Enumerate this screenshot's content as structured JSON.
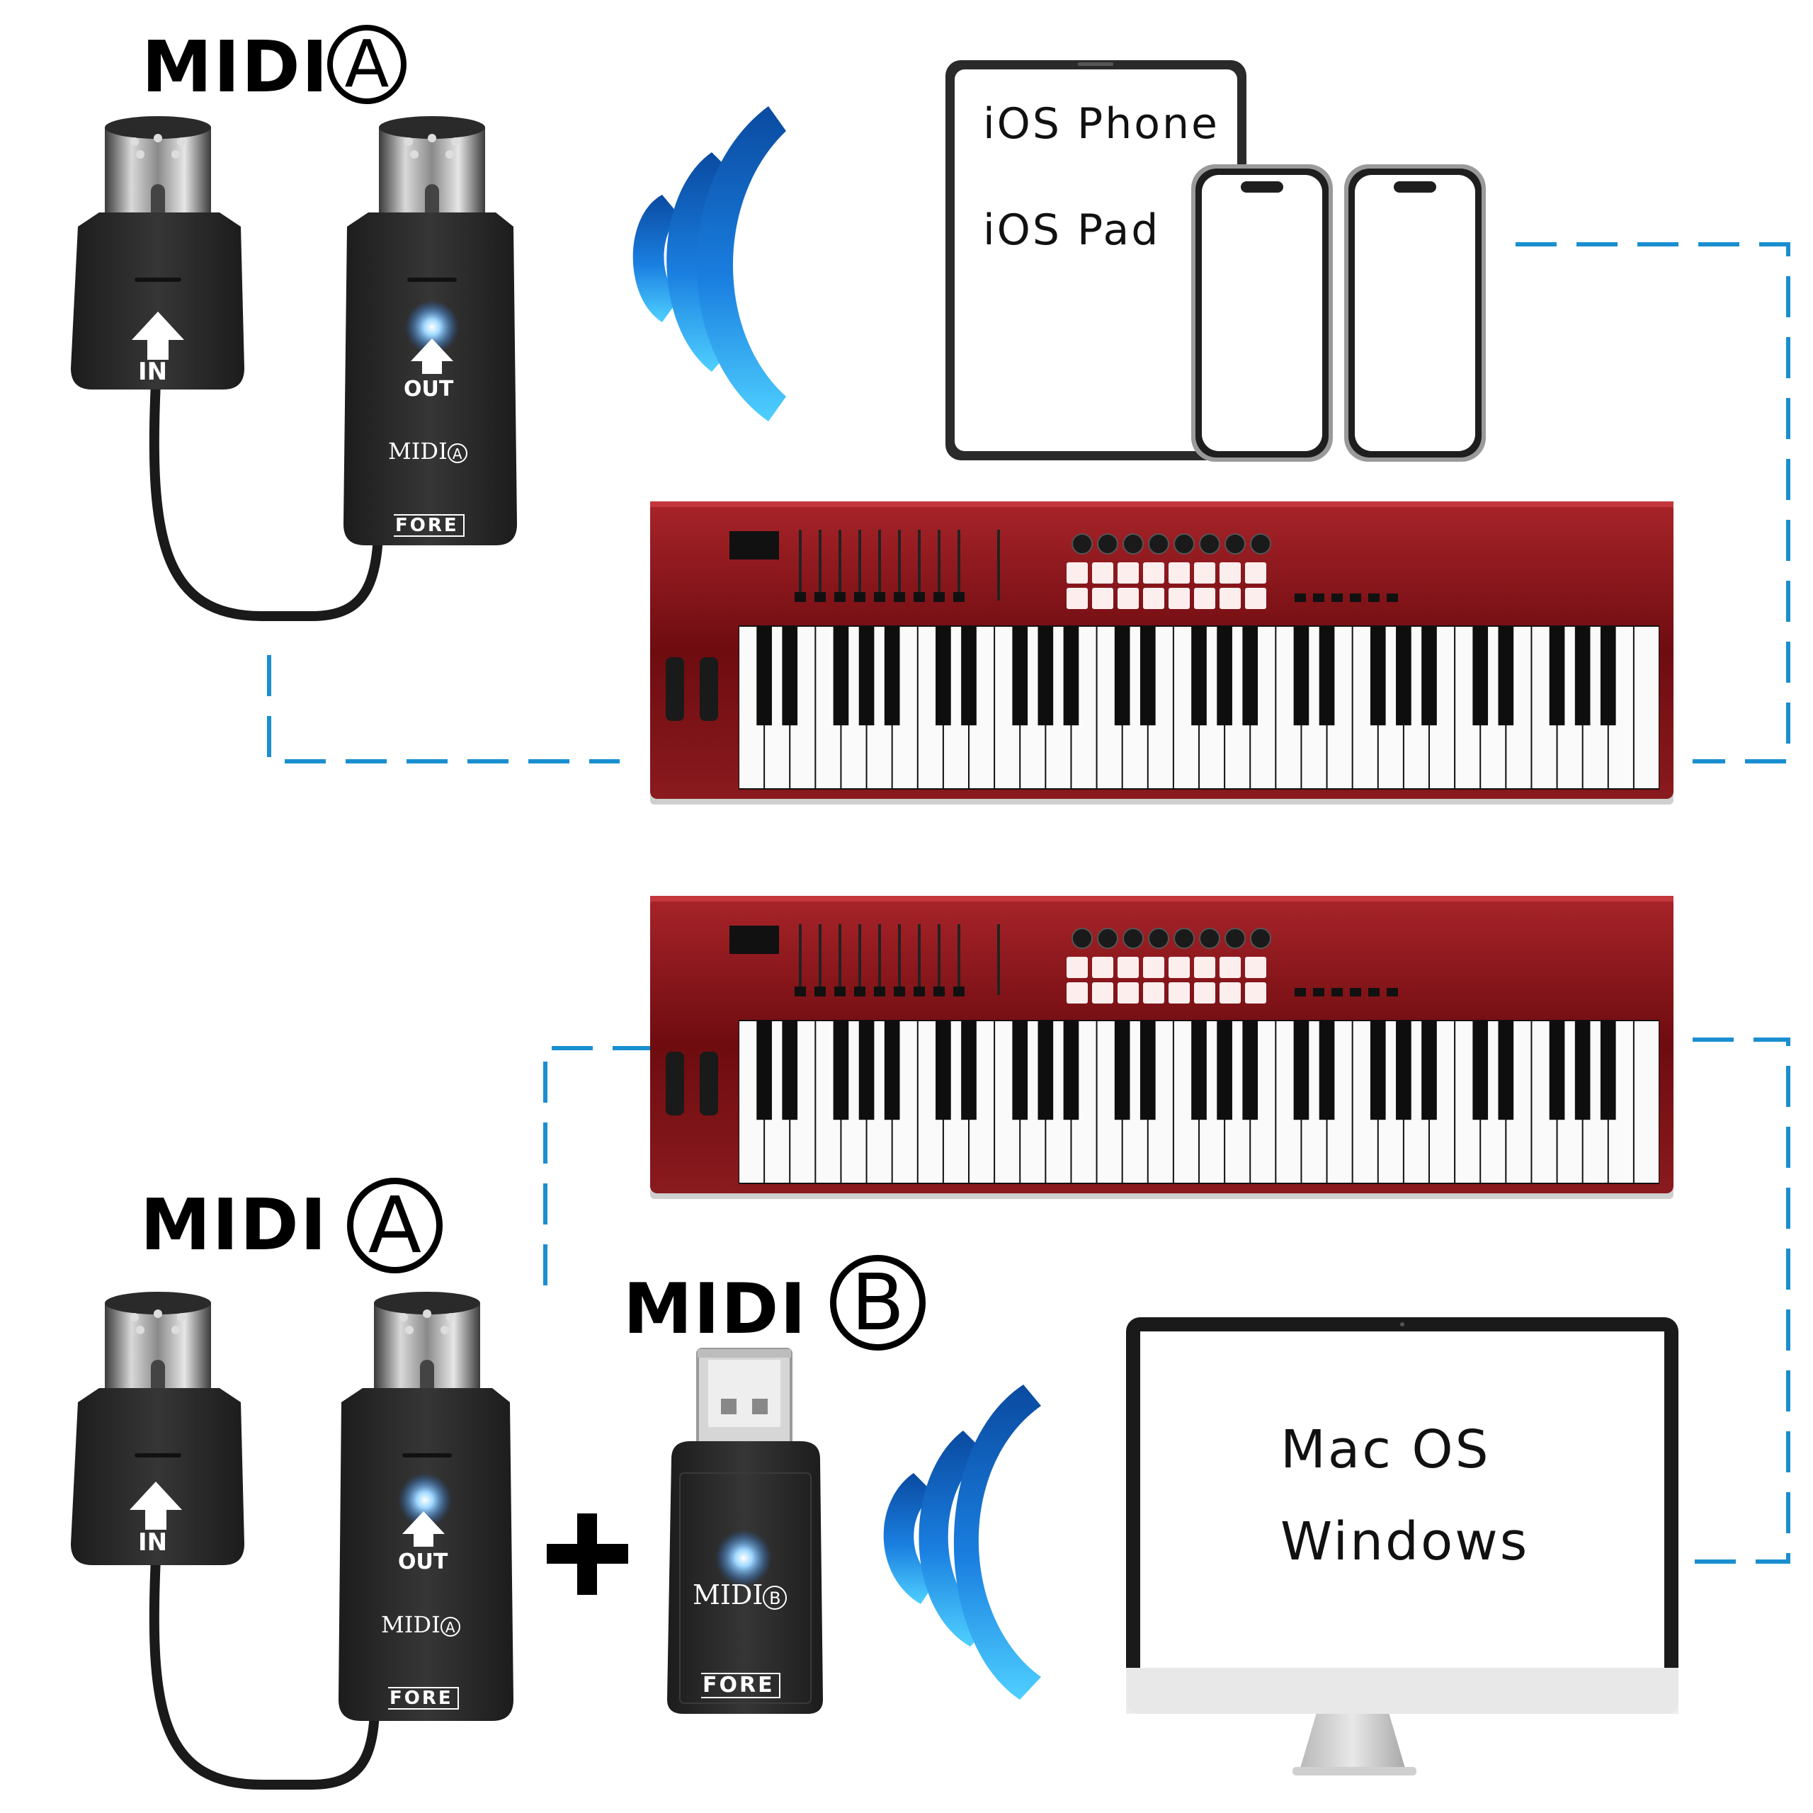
{
  "top": {
    "heading": "MIDI",
    "heading_badge": "A",
    "adapter_in_label": "IN",
    "adapter_out_label": "OUT",
    "adapter_brand": "MIDI",
    "adapter_brand_badge": "A",
    "adapter_logo": "FORE",
    "screen_lines": [
      "iOS Phone",
      "iOS Pad"
    ]
  },
  "bottom": {
    "heading_a": "MIDI",
    "heading_a_badge": "A",
    "heading_b": "MIDI",
    "heading_b_badge": "B",
    "plus": "+",
    "adapter_in_label": "IN",
    "adapter_out_label": "OUT",
    "adapter_brand": "MIDI",
    "adapter_brand_badge": "A",
    "adapter_logo": "FORE",
    "usb_brand": "MIDI",
    "usb_brand_badge": "B",
    "usb_logo": "FORE",
    "screen_lines": [
      "Mac OS",
      "Windows"
    ]
  },
  "colors": {
    "connector_line": "#1a8fd0",
    "wireless_dark": "#0a4aa0",
    "wireless_light": "#3fb4ff",
    "keyboard_body": "#7a0f12",
    "adapter_body": "#262626",
    "led": "#5fb8ff"
  },
  "icons": [
    "midi-connector-icon",
    "wireless-signal-icon",
    "tablet-icon",
    "phone-icon",
    "midi-keyboard-icon",
    "usb-dongle-icon",
    "monitor-icon",
    "arrow-up-icon"
  ]
}
